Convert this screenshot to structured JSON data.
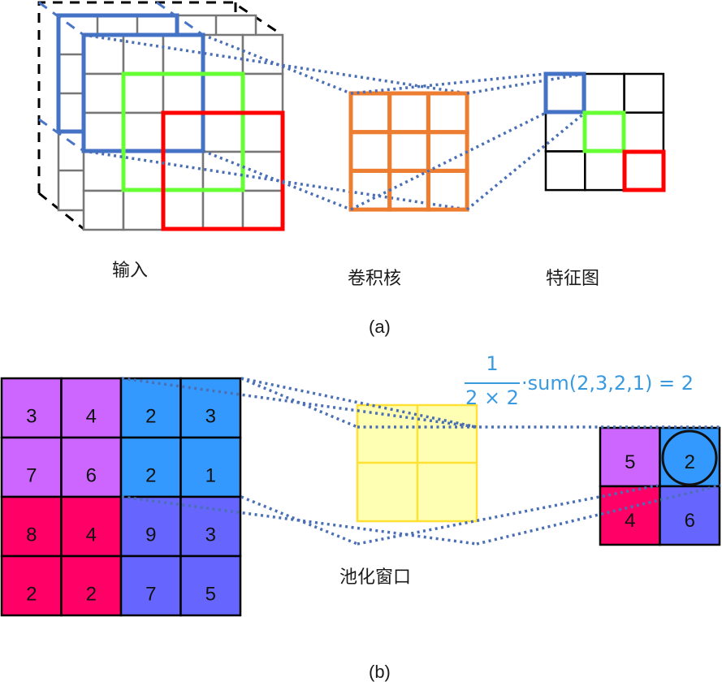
{
  "panel_a": {
    "caption": "(a)",
    "labels": {
      "input": "输入",
      "kernel": "卷积核",
      "feature_map": "特征图"
    },
    "input_grid_size": [
      5,
      5
    ],
    "kernel_grid_size": [
      3,
      3
    ],
    "feature_map_grid_size": [
      3,
      3
    ],
    "window_colors": {
      "first": "#4472c4",
      "second": "#66ff33",
      "third": "#ff0000"
    },
    "kernel_color": "#ed7d31"
  },
  "panel_b": {
    "caption": "(b)",
    "window_label": "池化窗口",
    "formula": {
      "numerator": "1",
      "denominator": "2 × 2",
      "expression": "·sum(2,3,2,1) = 2"
    },
    "input_grid": [
      [
        "3",
        "4",
        "2",
        "3"
      ],
      [
        "7",
        "6",
        "2",
        "1"
      ],
      [
        "8",
        "4",
        "9",
        "3"
      ],
      [
        "2",
        "2",
        "7",
        "5"
      ]
    ],
    "output_grid": [
      [
        "5",
        "2"
      ],
      [
        "4",
        "6"
      ]
    ],
    "highlighted_output": "2",
    "quadrant_colors": {
      "top_left": "#cc66ff",
      "top_right": "#3399ff",
      "bottom_left": "#ff0066",
      "bottom_right": "#6666ff"
    },
    "pool_window_color": "#ffffb3"
  }
}
